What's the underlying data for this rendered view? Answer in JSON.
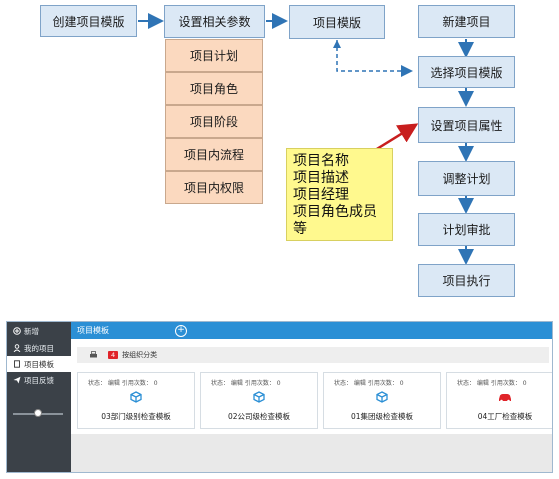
{
  "flow": {
    "create_template": "创建项目模版",
    "set_params": "设置相关参数",
    "params": [
      "项目计划",
      "项目角色",
      "项目阶段",
      "项目内流程",
      "项目内权限"
    ],
    "project_template": "项目模版",
    "new_project": "新建项目",
    "select_template": "选择项目模版",
    "set_attributes": "设置项目属性",
    "adjust_plan": "调整计划",
    "plan_review": "计划审批",
    "project_execution": "项目执行",
    "note_lines": [
      "项目名称",
      "项目描述",
      "项目经理",
      "项目角色成员",
      "等"
    ],
    "colors": {
      "blue_box": "#dbe8f5",
      "orange_box": "#fbd9bf",
      "note": "#fff98e",
      "arrow": "#2f74b5",
      "red_arrow": "#c81e1e"
    }
  },
  "app": {
    "sidebar": [
      {
        "label": "新增",
        "icon": "plus-circle-icon"
      },
      {
        "label": "我的项目",
        "icon": "user-icon"
      },
      {
        "label": "项目模板",
        "icon": "document-icon"
      },
      {
        "label": "项目反馈",
        "icon": "send-icon"
      }
    ],
    "tab_title": "项目模板",
    "filter_count": "4",
    "filter_label": "按组织分类",
    "cards": [
      {
        "status": "状态：  编辑  引用次数：  0",
        "title": "03部门级别检查模板",
        "icon": "cube-icon",
        "color": "#2b8fd5"
      },
      {
        "status": "状态：  编辑  引用次数：  0",
        "title": "02公司级检查模板",
        "icon": "cube-icon",
        "color": "#2b8fd5"
      },
      {
        "status": "状态：  编辑  引用次数：  0",
        "title": "01集团级检查模板",
        "icon": "cube-icon",
        "color": "#2b8fd5"
      },
      {
        "status": "状态：  编辑  引用次数：  0",
        "title": "04工厂检查模板",
        "icon": "car-icon",
        "color": "#e0242a"
      }
    ],
    "colors": {
      "sidebar": "#3b4148",
      "topbar": "#2b8fd5",
      "badge": "#e0242a"
    }
  }
}
